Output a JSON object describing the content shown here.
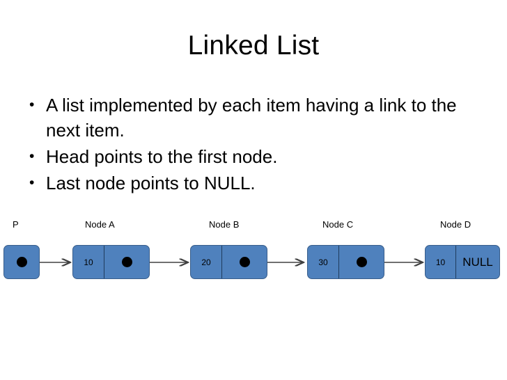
{
  "slide": {
    "title": "Linked List",
    "background_color": "#ffffff"
  },
  "bullets": [
    {
      "marker": "•",
      "text": "A list implemented by each item having a link to the next item."
    },
    {
      "marker": "•",
      "text": "Head points to the first node."
    },
    {
      "marker": "•",
      "text": "Last node points to NULL."
    }
  ],
  "diagram": {
    "node_fill_color": "#4F81BD",
    "node_border_color": "#385D8A",
    "arrow_color": "#404040",
    "pointer_dot_color": "#000000",
    "labels": [
      {
        "text": "P"
      },
      {
        "text": "Node A"
      },
      {
        "text": "Node B"
      },
      {
        "text": "Node C"
      },
      {
        "text": "Node D"
      }
    ],
    "nodes": [
      {
        "name": "P",
        "value": "",
        "pointer": "dot",
        "null_text": ""
      },
      {
        "name": "Node A",
        "value": "10",
        "pointer": "dot",
        "null_text": ""
      },
      {
        "name": "Node B",
        "value": "20",
        "pointer": "dot",
        "null_text": ""
      },
      {
        "name": "Node C",
        "value": "30",
        "pointer": "dot",
        "null_text": ""
      },
      {
        "name": "Node D",
        "value": "10",
        "pointer": "null",
        "null_text": "NULL"
      }
    ]
  }
}
